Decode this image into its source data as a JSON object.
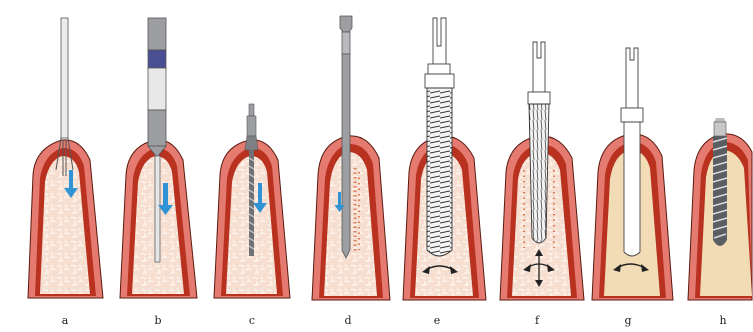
{
  "panels": [
    {
      "label": "a"
    },
    {
      "label": "b"
    },
    {
      "label": "c"
    },
    {
      "label": "d"
    },
    {
      "label": "e"
    },
    {
      "label": "f"
    },
    {
      "label": "g"
    },
    {
      "label": "h"
    }
  ],
  "colors": {
    "gingiva": "#e57a70",
    "cortical": "#b8321f",
    "outline": "#5a1a10",
    "bone": "#f6ded0",
    "bone_cells": "#fbeee6",
    "bone_healed": "#f1dcb6",
    "arrow_blue": "#2f93d6",
    "instrument_gray": "#9c9ea2",
    "instrument_dark": "#6e7175",
    "instrument_light": "#e8e8e8",
    "band_blue": "#4a4f93",
    "stitch_orange": "#d9805a"
  }
}
